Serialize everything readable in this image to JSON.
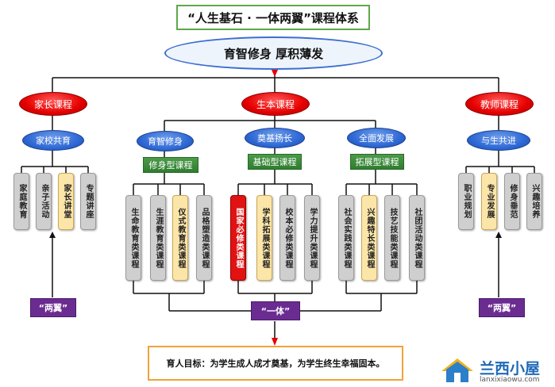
{
  "title": "“人生基石 · 一体两翼”课程体系",
  "motto": "育智修身  厚积薄发",
  "categories": {
    "parent": "家长课程",
    "student": "生本课程",
    "teacher": "教师课程"
  },
  "sub_ovals": {
    "home_school": "家校共育",
    "cultivate": "育智修身",
    "foundation": "奠基扬长",
    "all_round": "全面发展",
    "grow_together": "与生共进"
  },
  "types": {
    "self_cultivation": "修身型课程",
    "basic": "基础型课程",
    "expansion": "拓展型课程"
  },
  "cards": {
    "parent": [
      "家庭教育",
      "亲子活动",
      "家长讲堂",
      "专题讲座"
    ],
    "cultivate": [
      "生命教育类课程",
      "生涯教育类课程",
      "仪式教育类课程",
      "品格塑造类课程"
    ],
    "basic": [
      "国家必修类课程",
      "学科拓展类课程",
      "校本必修类课程",
      "学力提升类课程"
    ],
    "expansion": [
      "社会实践类课程",
      "兴趣特长类课程",
      "技艺技能类课程",
      "社团活动类课程"
    ],
    "teacher": [
      "职业规划",
      "专业发展",
      "修身垂范",
      "兴趣培养"
    ]
  },
  "purple": {
    "left_wing": "“两翼”",
    "body": "“一体”",
    "right_wing": "“两翼”"
  },
  "goal": "育人目标：为学生成人成才奠基，为学生终生幸福固本。",
  "logo": {
    "name": "兰西小屋",
    "url": "lanxixiaowu.com"
  },
  "colors": {
    "red": "#e60000",
    "blue": "#2f69d6",
    "green": "#2f7d2e",
    "purple": "#6b2c91",
    "yellow_card": "#fce5a8",
    "gray_card": "#cfcfcf",
    "goal_border": "#f0a23a"
  }
}
